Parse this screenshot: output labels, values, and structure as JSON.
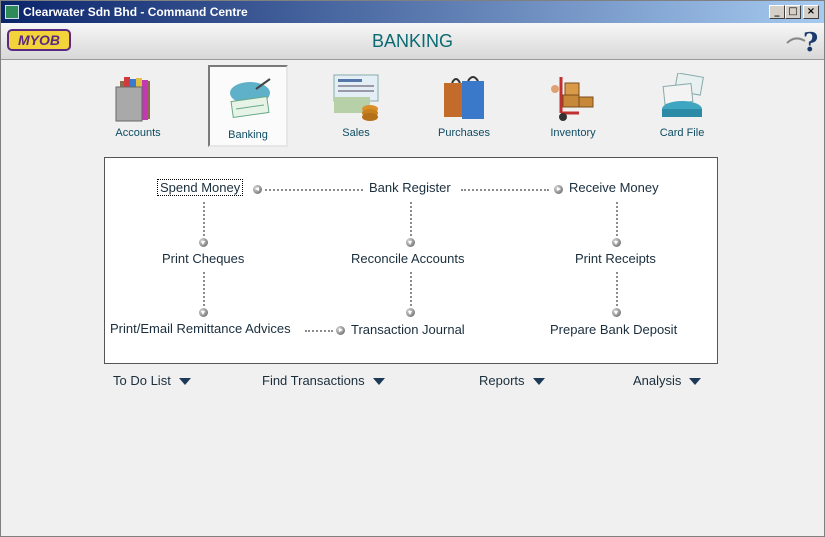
{
  "window": {
    "title": "Clearwater Sdn Bhd - Command Centre"
  },
  "header": {
    "logo_text": "MYOB",
    "title": "BANKING"
  },
  "modules": [
    {
      "label": "Accounts",
      "icon": "accounts-folders-icon",
      "active": false
    },
    {
      "label": "Banking",
      "icon": "banking-cheque-icon",
      "active": true
    },
    {
      "label": "Sales",
      "icon": "sales-invoice-coins-icon",
      "active": false
    },
    {
      "label": "Purchases",
      "icon": "purchases-bags-icon",
      "active": false
    },
    {
      "label": "Inventory",
      "icon": "inventory-handtruck-icon",
      "active": false
    },
    {
      "label": "Card File",
      "icon": "card-file-icon",
      "active": false
    }
  ],
  "flow": {
    "spend_money": "Spend Money",
    "bank_register": "Bank Register",
    "receive_money": "Receive Money",
    "print_cheques": "Print Cheques",
    "reconcile_accounts": "Reconcile Accounts",
    "print_receipts": "Print Receipts",
    "remittance_advices": "Print/Email Remittance Advices",
    "transaction_journal": "Transaction Journal",
    "prepare_bank_deposit": "Prepare Bank Deposit"
  },
  "bottom": {
    "todo": "To Do List",
    "find": "Find Transactions",
    "reports": "Reports",
    "analysis": "Analysis"
  },
  "colors": {
    "title_text": "#0b6b73",
    "titlebar": "#0a246a",
    "logo_bg": "#f3d33a",
    "logo_fg": "#5a2a82"
  }
}
